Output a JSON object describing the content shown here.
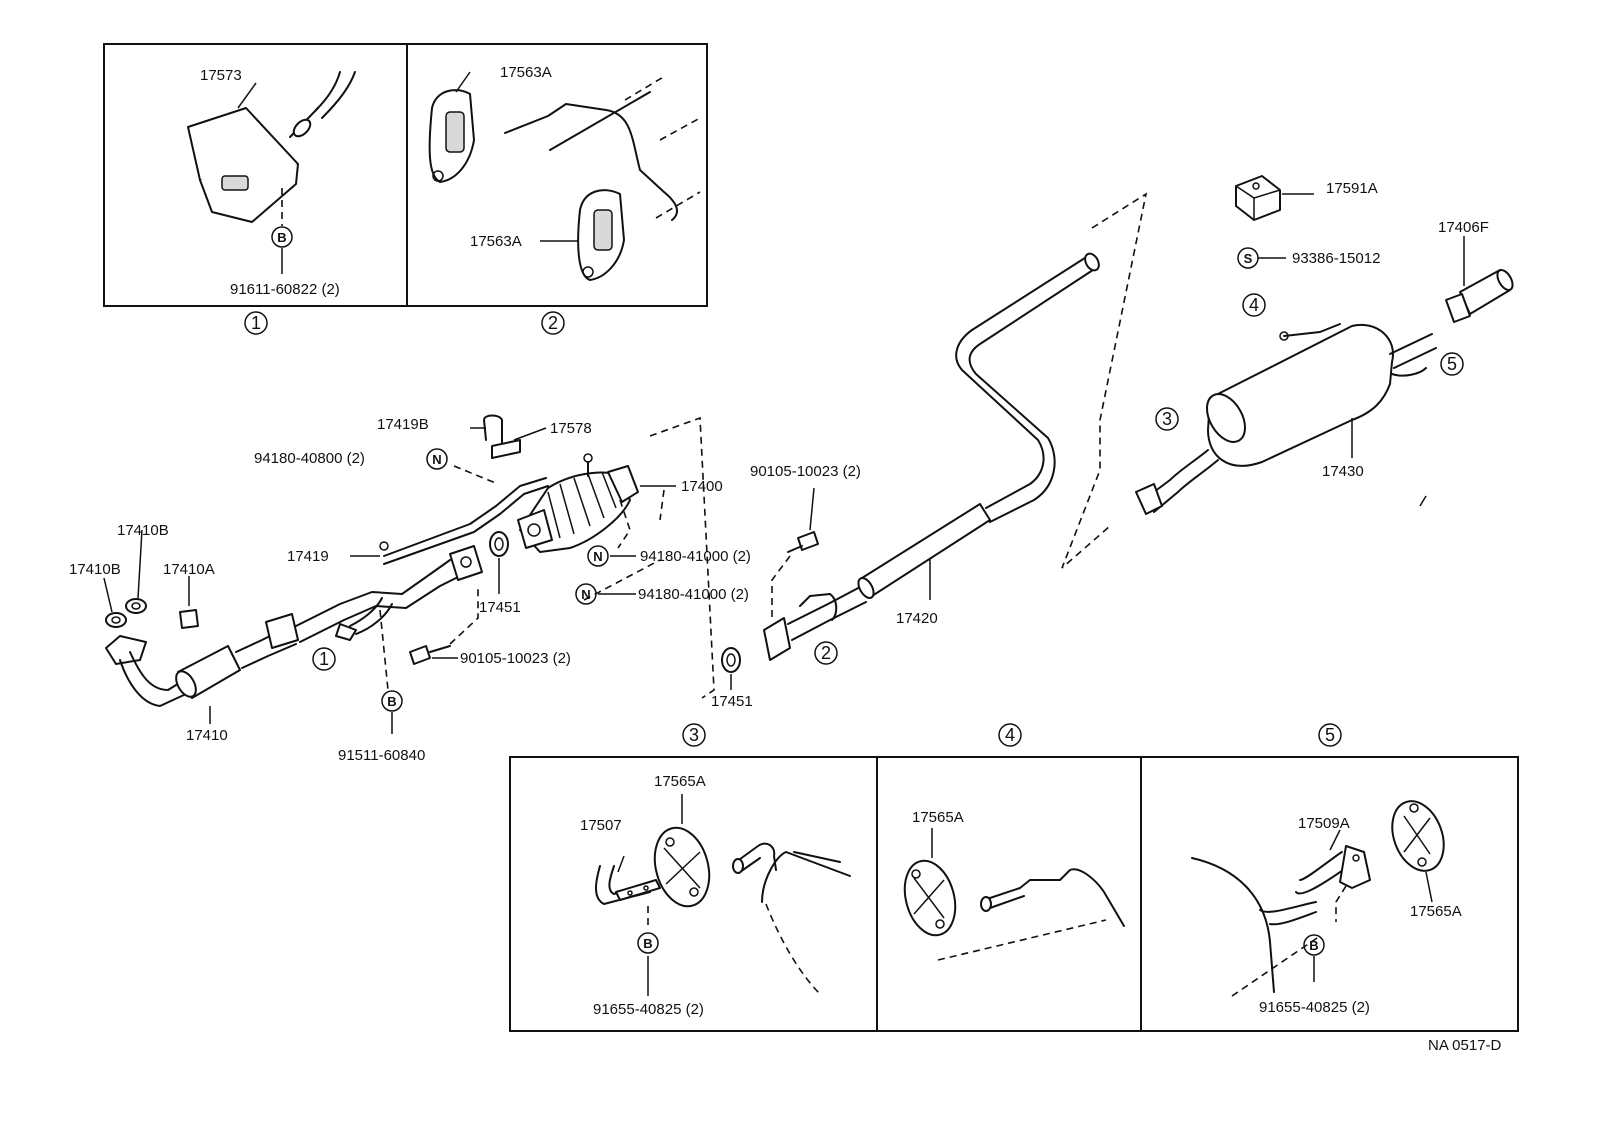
{
  "diagram_code": "NA 0517-D",
  "parts": {
    "p17573": "17573",
    "p17563A_top": "17563A",
    "p17563A_bottom": "17563A",
    "p91611": "91611-60822 (2)",
    "p17591A": "17591A",
    "p93386": "93386-15012",
    "p17406F": "17406F",
    "p17419B": "17419B",
    "p17578": "17578",
    "p94180_40800": "94180-40800 (2)",
    "p17400": "17400",
    "p90105_upper": "90105-10023 (2)",
    "p94180_41000_a": "94180-41000 (2)",
    "p94180_41000_b": "94180-41000 (2)",
    "p17419": "17419",
    "p17410B_a": "17410B",
    "p17410B_b": "17410B",
    "p17410A": "17410A",
    "p17451_a": "17451",
    "p17451_b": "17451",
    "p90105_lower": "90105-10023 (2)",
    "p17410": "17410",
    "p91511": "91511-60840",
    "p17420": "17420",
    "p17430": "17430",
    "p17565A_3": "17565A",
    "p17507": "17507",
    "p91655_3": "91655-40825 (2)",
    "p17565A_4": "17565A",
    "p17509A": "17509A",
    "p17565A_5": "17565A",
    "p91655_5": "91655-40825 (2)"
  },
  "markers": {
    "m1": "1",
    "m2": "2",
    "m3": "3",
    "m4": "4",
    "m5": "5",
    "bolt": "B",
    "nut": "N",
    "screw": "S"
  }
}
